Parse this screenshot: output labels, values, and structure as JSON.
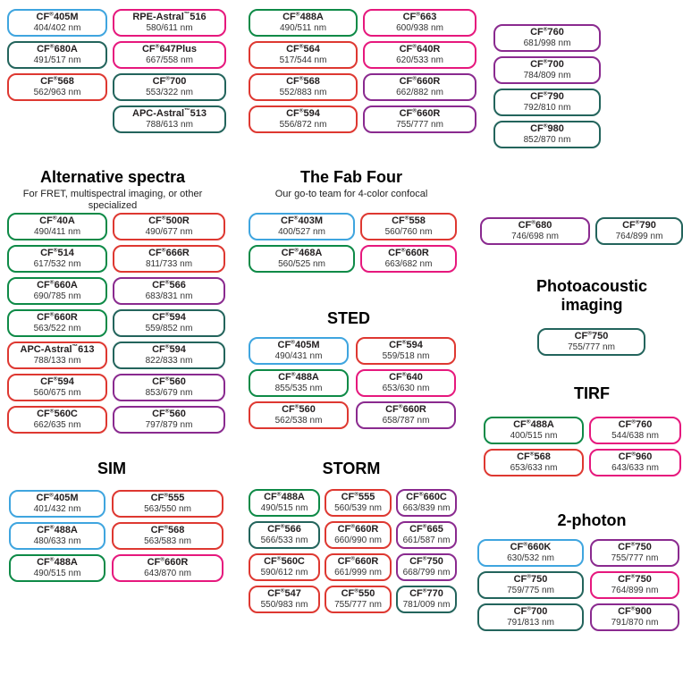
{
  "colors": {
    "blue": "#3FA5DF",
    "green": "#0E8A47",
    "teal": "#23645C",
    "red": "#DE3831",
    "pink": "#E6187D",
    "purple": "#8A2A8F"
  },
  "headers": {
    "alternative_spectra": {
      "title": "Alternative spectra",
      "subtitle": "For FRET, multispectral imaging, or other specialized"
    },
    "fab_four": {
      "title": "The Fab Four",
      "subtitle": "Our go-to team for 4-color confocal"
    },
    "photoacoustic": {
      "title": "Photoacoustic imaging"
    },
    "sted": {
      "title": "STED"
    },
    "tirf": {
      "title": "TIRF"
    },
    "sim": {
      "title": "SIM"
    },
    "storm": {
      "title": "STORM"
    },
    "two_photon": {
      "title": "2-photon"
    }
  },
  "panels": {
    "top_left": {
      "columns": [
        [
          {
            "name": "CF®405M",
            "value": "404/402 nm",
            "color": "blue"
          },
          {
            "name": "CF®680A",
            "value": "491/517 nm",
            "color": "teal"
          },
          {
            "name": "CF®568",
            "value": "562/963 nm",
            "color": "red"
          }
        ],
        [
          {
            "name": "RPE-Astral™516",
            "value": "580/611 nm",
            "color": "pink"
          },
          {
            "name": "CF®647Plus",
            "value": "667/558 nm",
            "color": "pink"
          },
          {
            "name": "CF®700",
            "value": "553/322 nm",
            "color": "teal"
          },
          {
            "name": "APC-Astral™513",
            "value": "788/613 nm",
            "color": "teal"
          }
        ]
      ]
    },
    "top_mid": {
      "columns": [
        [
          {
            "name": "CF®488A",
            "value": "490/511 nm",
            "color": "green"
          },
          {
            "name": "CF®564",
            "value": "517/544 nm",
            "color": "red"
          },
          {
            "name": "CF®568",
            "value": "552/883 nm",
            "color": "red"
          },
          {
            "name": "CF®594",
            "value": "556/872 nm",
            "color": "red"
          }
        ],
        [
          {
            "name": "CF®663",
            "value": "600/938 nm",
            "color": "pink"
          },
          {
            "name": "CF®640R",
            "value": "620/533 nm",
            "color": "pink"
          },
          {
            "name": "CF®660R",
            "value": "662/882 nm",
            "color": "purple"
          },
          {
            "name": "CF®660R",
            "value": "755/777 nm",
            "color": "purple"
          }
        ]
      ]
    },
    "top_right": {
      "columns": [
        [
          {
            "name": "CF®760",
            "value": "681/998 nm",
            "color": "purple"
          },
          {
            "name": "CF®700",
            "value": "784/809 nm",
            "color": "purple"
          },
          {
            "name": "CF®790",
            "value": "792/810 nm",
            "color": "teal"
          },
          {
            "name": "CF®980",
            "value": "852/870 nm",
            "color": "teal"
          }
        ]
      ]
    },
    "alternative_spectra": {
      "columns": [
        [
          {
            "name": "CF®40A",
            "value": "490/411 nm",
            "color": "green"
          },
          {
            "name": "CF®514",
            "value": "617/532 nm",
            "color": "green"
          },
          {
            "name": "CF®660A",
            "value": "690/785 nm",
            "color": "green"
          },
          {
            "name": "CF®660R",
            "value": "563/522 nm",
            "color": "green"
          },
          {
            "name": "APC-Astral™613",
            "value": "788/133 nm",
            "color": "red"
          },
          {
            "name": "CF®594",
            "value": "560/675 nm",
            "color": "red"
          },
          {
            "name": "CF®560C",
            "value": "662/635 nm",
            "color": "red"
          }
        ],
        [
          {
            "name": "CF®500R",
            "value": "490/677 nm",
            "color": "red"
          },
          {
            "name": "CF®666R",
            "value": "811/733 nm",
            "color": "red"
          },
          {
            "name": "CF®566",
            "value": "683/831 nm",
            "color": "purple"
          },
          {
            "name": "CF®594",
            "value": "559/852 nm",
            "color": "teal"
          },
          {
            "name": "CF®594",
            "value": "822/833 nm",
            "color": "teal"
          },
          {
            "name": "CF®560",
            "value": "853/679 nm",
            "color": "purple"
          },
          {
            "name": "CF®560",
            "value": "797/879 nm",
            "color": "purple"
          }
        ]
      ]
    },
    "fab_four": {
      "columns": [
        [
          {
            "name": "CF®403M",
            "value": "400/527 nm",
            "color": "blue"
          },
          {
            "name": "CF®468A",
            "value": "560/525 nm",
            "color": "green"
          }
        ],
        [
          {
            "name": "CF®558",
            "value": "560/760 nm",
            "color": "red"
          },
          {
            "name": "CF®660R",
            "value": "663/682 nm",
            "color": "pink"
          }
        ]
      ]
    },
    "nir_pair": {
      "columns": [
        [
          {
            "name": "CF®680",
            "value": "746/698 nm",
            "color": "purple"
          }
        ],
        [
          {
            "name": "CF®790",
            "value": "764/899 nm",
            "color": "teal"
          }
        ]
      ]
    },
    "photoacoustic": {
      "columns": [
        [
          {
            "name": "CF®750",
            "value": "755/777 nm",
            "color": "teal"
          }
        ]
      ]
    },
    "sted": {
      "columns": [
        [
          {
            "name": "CF®405M",
            "value": "490/431 nm",
            "color": "blue"
          },
          {
            "name": "CF®488A",
            "value": "855/535 nm",
            "color": "green"
          },
          {
            "name": "CF®560",
            "value": "562/538 nm",
            "color": "red"
          }
        ],
        [
          {
            "name": "CF®594",
            "value": "559/518 nm",
            "color": "red"
          },
          {
            "name": "CF®640",
            "value": "653/630 nm",
            "color": "pink"
          },
          {
            "name": "CF®660R",
            "value": "658/787 nm",
            "color": "purple"
          }
        ]
      ]
    },
    "tirf": {
      "columns": [
        [
          {
            "name": "CF®488A",
            "value": "400/515 nm",
            "color": "green"
          },
          {
            "name": "CF®568",
            "value": "653/633 nm",
            "color": "red"
          }
        ],
        [
          {
            "name": "CF®760",
            "value": "544/638 nm",
            "color": "pink"
          },
          {
            "name": "CF®960",
            "value": "643/633 nm",
            "color": "pink"
          }
        ]
      ]
    },
    "sim": {
      "columns": [
        [
          {
            "name": "CF®405M",
            "value": "401/432 nm",
            "color": "blue"
          },
          {
            "name": "CF®488A",
            "value": "480/633 nm",
            "color": "blue"
          },
          {
            "name": "CF®488A",
            "value": "490/515 nm",
            "color": "green"
          }
        ],
        [
          {
            "name": "CF®555",
            "value": "563/550 nm",
            "color": "red"
          },
          {
            "name": "CF®568",
            "value": "563/583 nm",
            "color": "red"
          },
          {
            "name": "CF®660R",
            "value": "643/870 nm",
            "color": "pink"
          }
        ]
      ]
    },
    "storm": {
      "columns": [
        [
          {
            "name": "CF®488A",
            "value": "490/515 nm",
            "color": "green"
          },
          {
            "name": "CF®566",
            "value": "566/533 nm",
            "color": "teal"
          },
          {
            "name": "CF®560C",
            "value": "590/612 nm",
            "color": "red"
          },
          {
            "name": "CF®547",
            "value": "550/983 nm",
            "color": "red"
          }
        ],
        [
          {
            "name": "CF®555",
            "value": "560/539 nm",
            "color": "red"
          },
          {
            "name": "CF®660R",
            "value": "660/990 nm",
            "color": "red"
          },
          {
            "name": "CF®660R",
            "value": "661/999 nm",
            "color": "red"
          },
          {
            "name": "CF®550",
            "value": "755/777 nm",
            "color": "red"
          }
        ],
        [
          {
            "name": "CF®660C",
            "value": "663/839 nm",
            "color": "purple"
          },
          {
            "name": "CF®665",
            "value": "661/587 nm",
            "color": "purple"
          },
          {
            "name": "CF®750",
            "value": "668/799 nm",
            "color": "purple"
          },
          {
            "name": "CF®770",
            "value": "781/009 nm",
            "color": "teal"
          }
        ]
      ]
    },
    "two_photon": {
      "columns": [
        [
          {
            "name": "CF®660K",
            "value": "630/532 nm",
            "color": "blue"
          },
          {
            "name": "CF®750",
            "value": "759/775 nm",
            "color": "teal"
          },
          {
            "name": "CF®700",
            "value": "791/813 nm",
            "color": "teal"
          }
        ],
        [
          {
            "name": "CF®750",
            "value": "755/777 nm",
            "color": "purple"
          },
          {
            "name": "CF®750",
            "value": "764/899 nm",
            "color": "pink"
          },
          {
            "name": "CF®900",
            "value": "791/870 nm",
            "color": "purple"
          }
        ]
      ]
    }
  }
}
